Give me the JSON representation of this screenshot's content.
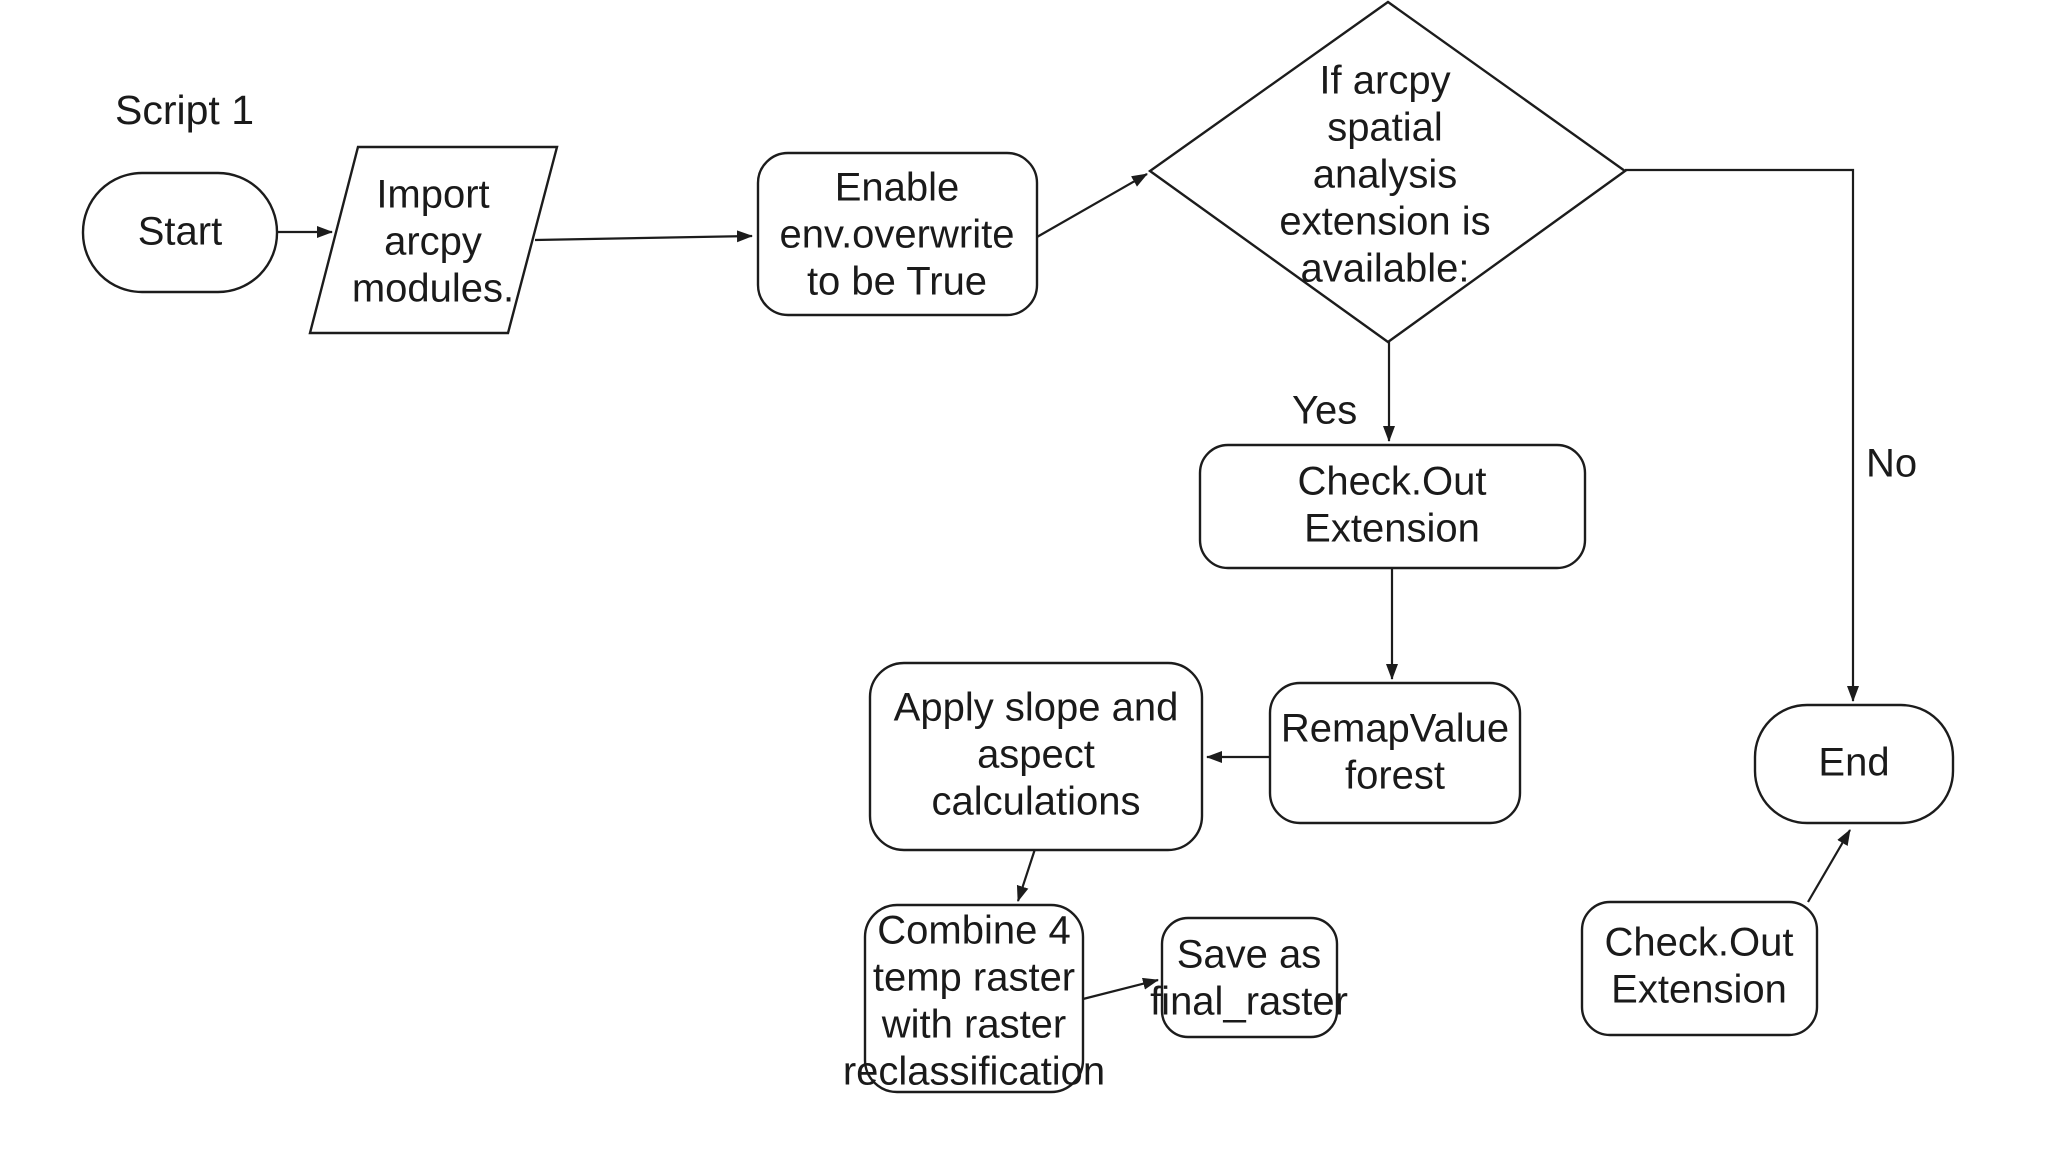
{
  "title": "Script 1",
  "colors": {
    "background": "#ffffff",
    "node_fill": "#ffffff",
    "stroke": "#1c1c1c",
    "text": "#1a1a1a"
  },
  "nodes": {
    "start": {
      "type": "terminator",
      "lines": [
        "Start"
      ]
    },
    "import_modules": {
      "type": "data-parallelogram",
      "lines": [
        "Import",
        "arcpy",
        "modules."
      ]
    },
    "enable_overwrite": {
      "type": "process",
      "lines": [
        "Enable",
        "env.overwrite",
        "to be True"
      ]
    },
    "decision": {
      "type": "decision",
      "lines": [
        "If arcpy",
        "spatial",
        "analysis",
        "extension is",
        "available:"
      ]
    },
    "checkout_yes": {
      "type": "process",
      "lines": [
        "Check.Out",
        "Extension"
      ]
    },
    "remap_value": {
      "type": "process",
      "lines": [
        "RemapValue",
        "forest"
      ]
    },
    "apply_slope": {
      "type": "process",
      "lines": [
        "Apply slope and",
        "aspect",
        "calculations"
      ]
    },
    "combine_raster": {
      "type": "process",
      "lines": [
        "Combine 4",
        "temp raster",
        "with raster",
        "reclassification"
      ]
    },
    "save_final": {
      "type": "process",
      "lines": [
        "Save as",
        "final_raster"
      ]
    },
    "end": {
      "type": "terminator",
      "lines": [
        "End"
      ]
    },
    "checkout_no": {
      "type": "process",
      "lines": [
        "Check.Out",
        "Extension"
      ]
    }
  },
  "edge_labels": {
    "yes": "Yes",
    "no": "No"
  }
}
